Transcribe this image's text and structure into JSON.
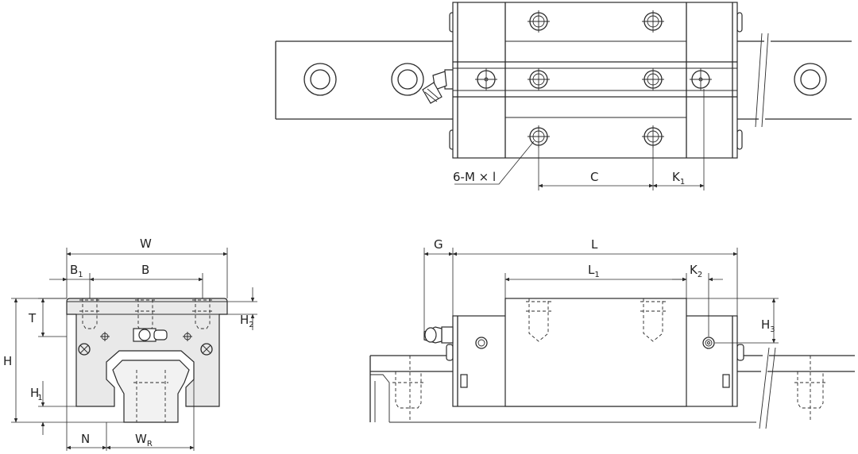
{
  "labels": {
    "hole_callout": "6-M × l",
    "C": "C",
    "K1": "K",
    "K1_sub": "1",
    "W": "W",
    "B": "B",
    "B1": "B",
    "B1_sub": "1",
    "T": "T",
    "H": "H",
    "H1": "H",
    "H1_sub": "1",
    "H2": "H",
    "H2_sub": "2",
    "N": "N",
    "WR": "W",
    "WR_sub": "R",
    "G": "G",
    "L": "L",
    "L1": "L",
    "L1_sub": "1",
    "K2": "K",
    "K2_sub": "2",
    "H3": "H",
    "H3_sub": "3"
  }
}
